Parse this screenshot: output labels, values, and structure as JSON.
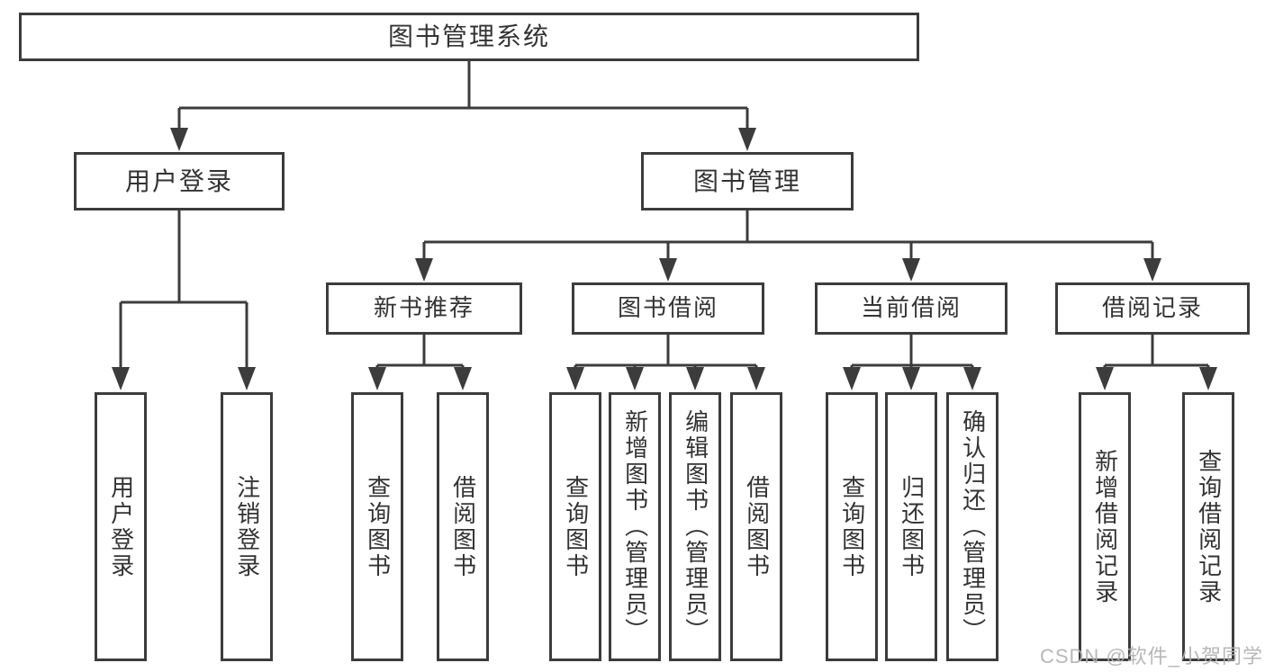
{
  "nodes": {
    "root": "图书管理系统",
    "level2": {
      "user_login": "用户登录",
      "book_management": "图书管理"
    },
    "level3": {
      "new_book_recommend": "新书推荐",
      "book_borrow": "图书借阅",
      "current_borrow": "当前借阅",
      "borrow_records": "借阅记录"
    },
    "leaves": {
      "user_login": [
        "用户登录",
        "注销登录"
      ],
      "new_book_recommend": [
        "查询图书",
        "借阅图书"
      ],
      "book_borrow": [
        "查询图书",
        "新增图书（管理员）",
        "编辑图书（管理员）",
        "借阅图书"
      ],
      "current_borrow": [
        "查询图书",
        "归还图书",
        "确认归还（管理员）"
      ],
      "borrow_records": [
        "新增借阅记录",
        "查询借阅记录"
      ]
    }
  },
  "watermark": "CSDN @软件_小贺同学",
  "colors": {
    "line": "#3c3c3c",
    "text": "#333333",
    "background": "#ffffff",
    "watermark": "#b0b0b0"
  }
}
